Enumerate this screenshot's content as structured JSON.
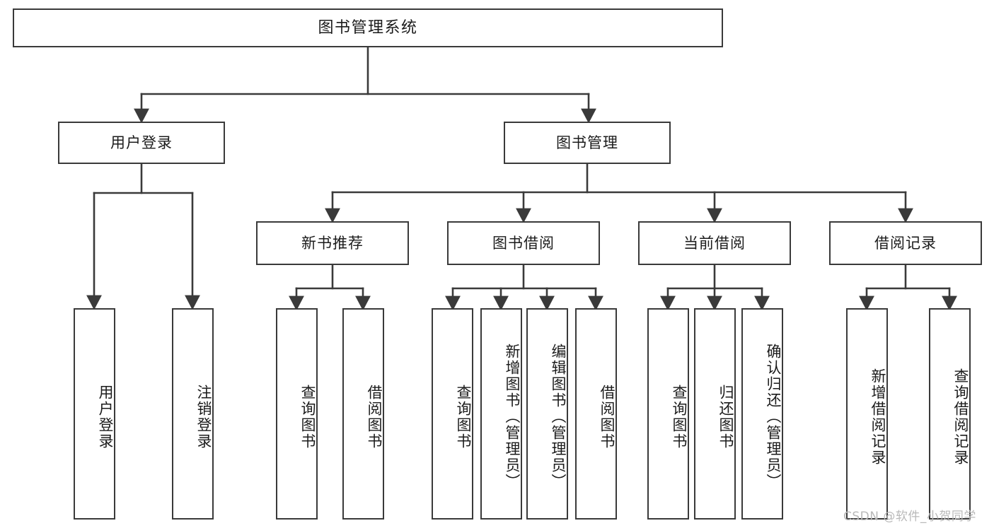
{
  "diagram": {
    "title": "图书管理系统",
    "type": "tree-hierarchy-chart",
    "orientation": "top-down",
    "watermark": "CSDN @软件_小贺同学",
    "colors": {
      "stroke": "#3a3a3a",
      "fill": "#ffffff",
      "text": "#1b1b1b",
      "watermark": "#b9b9b9"
    },
    "root": {
      "id": "root",
      "label": "图书管理系统"
    },
    "level1": [
      {
        "id": "user-login",
        "label": "用户登录"
      },
      {
        "id": "book-manage",
        "label": "图书管理"
      }
    ],
    "level2": [
      {
        "id": "new-book-rec",
        "label": "新书推荐",
        "parent": "book-manage"
      },
      {
        "id": "book-borrow",
        "label": "图书借阅",
        "parent": "book-manage"
      },
      {
        "id": "current-borrow",
        "label": "当前借阅",
        "parent": "book-manage"
      },
      {
        "id": "borrow-record",
        "label": "借阅记录",
        "parent": "book-manage"
      }
    ],
    "leaves": {
      "user-login": [
        {
          "id": "leaf-user-login",
          "label": "用户登录"
        },
        {
          "id": "leaf-logout-login",
          "label": "注销登录"
        }
      ],
      "new-book-rec": [
        {
          "id": "leaf-query-book-1",
          "label": "查询图书"
        },
        {
          "id": "leaf-borrow-book-1",
          "label": "借阅图书"
        }
      ],
      "book-borrow": [
        {
          "id": "leaf-query-book-2",
          "label": "查询图书"
        },
        {
          "id": "leaf-add-book",
          "label": "新增图书（管理员）"
        },
        {
          "id": "leaf-edit-book",
          "label": "编辑图书（管理员）"
        },
        {
          "id": "leaf-borrow-book-2",
          "label": "借阅图书"
        }
      ],
      "current-borrow": [
        {
          "id": "leaf-query-book-3",
          "label": "查询图书"
        },
        {
          "id": "leaf-return-book",
          "label": "归还图书"
        },
        {
          "id": "leaf-confirm-return",
          "label": "确认归还（管理员）"
        }
      ],
      "borrow-record": [
        {
          "id": "leaf-add-record",
          "label": "新增借阅记录"
        },
        {
          "id": "leaf-query-record",
          "label": "查询借阅记录"
        }
      ]
    }
  }
}
